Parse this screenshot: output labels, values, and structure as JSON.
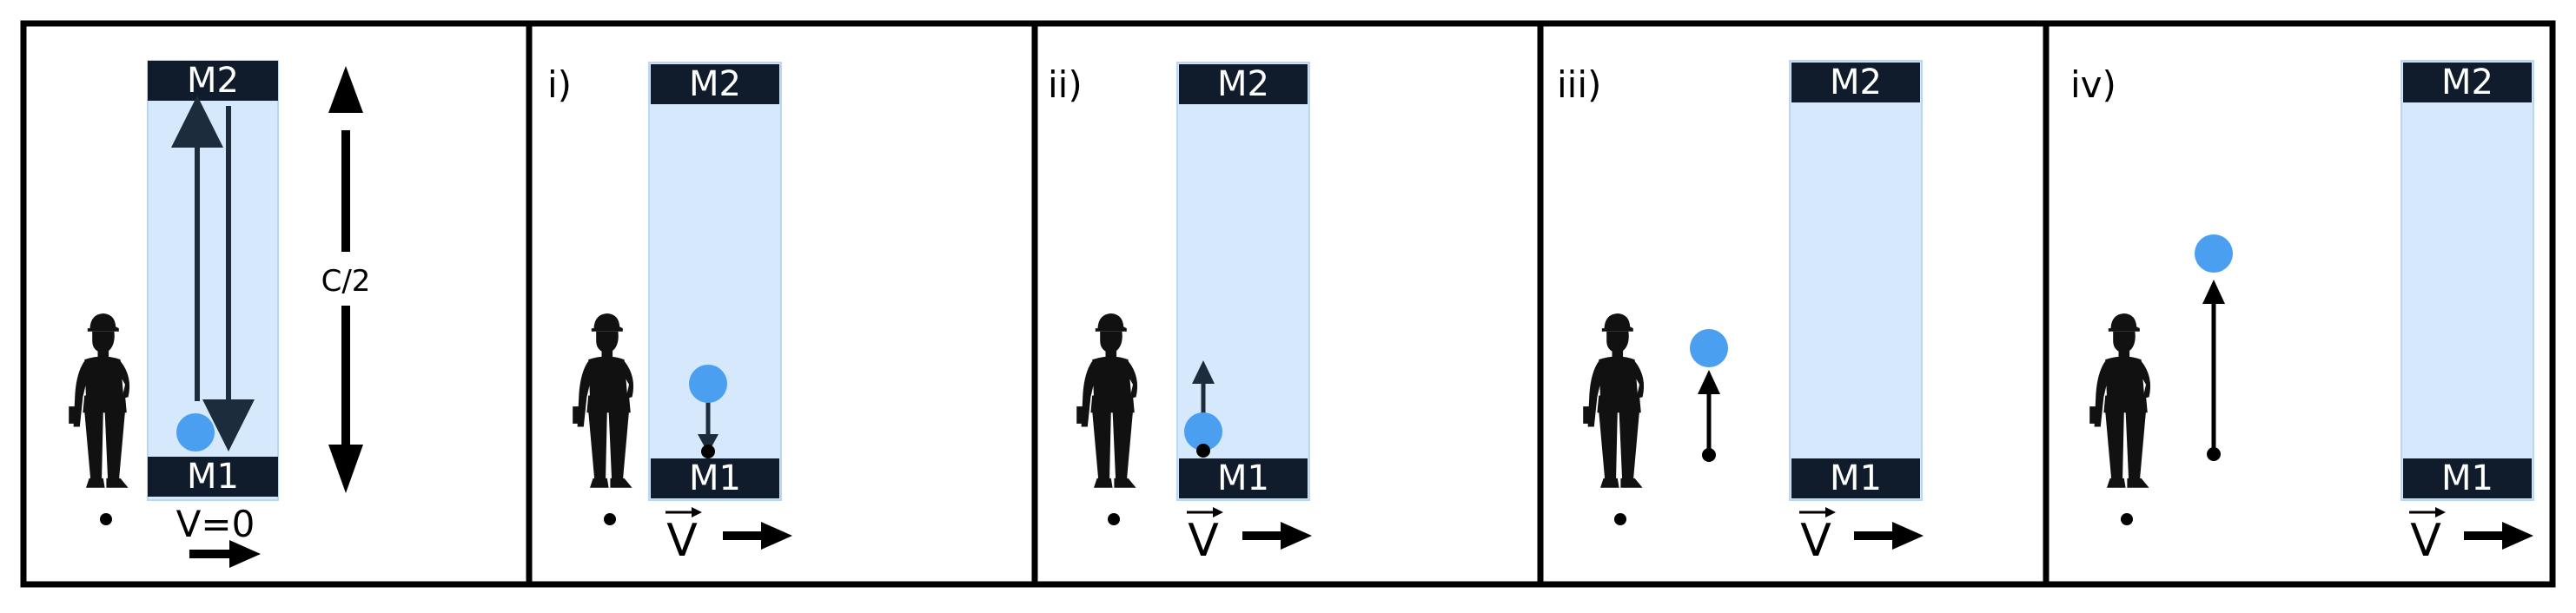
{
  "colors": {
    "frame": "#000000",
    "mirror_fill": "#101c2b",
    "mirror_text": "#ffffff",
    "light_column": "#d6e8fb",
    "light_column_edge": "#b9d6f5",
    "photon": "#4a9ff0",
    "arrow": "#1c2c3c",
    "silhouette": "#111111"
  },
  "icons": [
    "observer-silhouette-icon",
    "photon-icon",
    "velocity-arrow-icon"
  ],
  "panel0": {
    "mirror_top": "M2",
    "mirror_bottom": "M1",
    "velocity_label": "V=0",
    "distance_label": "C/2"
  },
  "panels": [
    {
      "label": "i)",
      "mirror_top": "M2",
      "mirror_bottom": "M1",
      "velocity_symbol": "V"
    },
    {
      "label": "ii)",
      "mirror_top": "M2",
      "mirror_bottom": "M1",
      "velocity_symbol": "V"
    },
    {
      "label": "iii)",
      "mirror_top": "M2",
      "mirror_bottom": "M1",
      "velocity_symbol": "V"
    },
    {
      "label": "iv)",
      "mirror_top": "M2",
      "mirror_bottom": "M1",
      "velocity_symbol": "V"
    }
  ]
}
